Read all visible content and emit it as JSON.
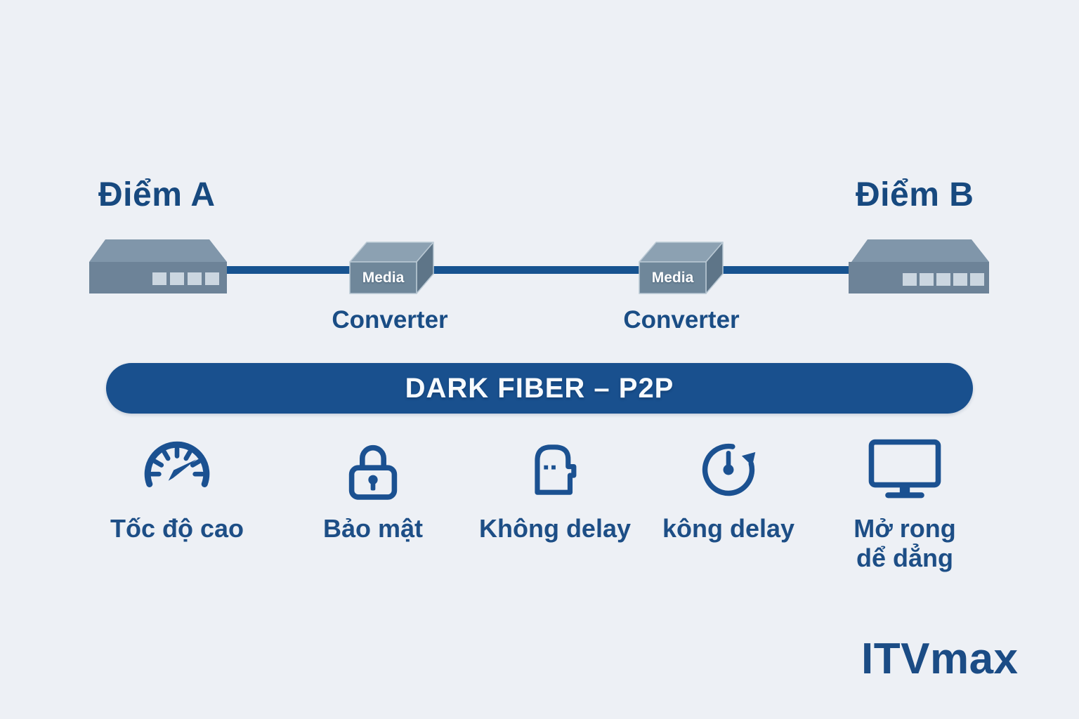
{
  "page": {
    "background": "#edf0f5"
  },
  "colors": {
    "accent_blue": "#19508e",
    "text_blue": "#1d4e86",
    "line_blue": "#175390",
    "icon_blue": "#1b5191",
    "device_front": "#6d8398",
    "device_top": "#8096aa",
    "device_port": "#cbd6e0",
    "cube_front": "#6f879a",
    "cube_top": "#8ca1b2",
    "cube_right": "#5e7588",
    "banner_text": "#f7fafd"
  },
  "endpoints": {
    "a": "Điểm A",
    "b": "Điểm B"
  },
  "converters": [
    {
      "box_label": "Media",
      "label": "Converter"
    },
    {
      "box_label": "Media",
      "label": "Converter"
    }
  ],
  "banner": {
    "label": "DARK FIBER – P2P"
  },
  "features": [
    {
      "icon": "speedometer-icon",
      "label": "Tốc độ cao"
    },
    {
      "icon": "lock-icon",
      "label": "Bảo mật"
    },
    {
      "icon": "arch-shape-icon",
      "label": "Không delay"
    },
    {
      "icon": "timer-icon",
      "label": "kông delay"
    },
    {
      "icon": "monitor-icon",
      "label": "Mở rong",
      "label2": "dể dẳng"
    }
  ],
  "logo": {
    "text": "ITVmax"
  }
}
